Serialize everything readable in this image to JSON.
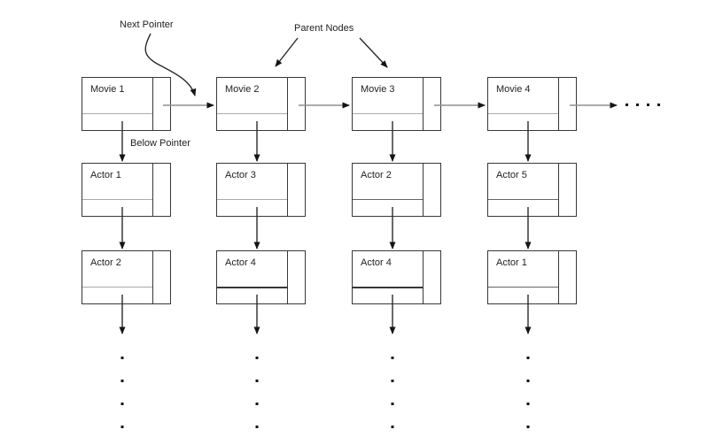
{
  "diagram": {
    "annotations": {
      "next_pointer": "Next Pointer",
      "parent_nodes": "Parent Nodes",
      "below_pointer": "Below Pointer"
    },
    "columns": [
      {
        "movie": "Movie 1",
        "actors": [
          "Actor 1",
          "Actor 2"
        ]
      },
      {
        "movie": "Movie 2",
        "actors": [
          "Actor 3",
          "Actor 4"
        ]
      },
      {
        "movie": "Movie 3",
        "actors": [
          "Actor 2",
          "Actor 4"
        ]
      },
      {
        "movie": "Movie 4",
        "actors": [
          "Actor 5",
          "Actor 1"
        ]
      }
    ],
    "ellipsis": {
      "after_movie_row_dots": 4,
      "below_each_column_dots": 4
    },
    "colors": {
      "background": "#ffffff",
      "node_border": "#383838",
      "divider_light": "#aaaaaa",
      "text": "#1f1f1f",
      "next_arrow_line": "#8f8f8f",
      "pointer_line": "#2a2a2a",
      "dot": "#151515"
    }
  }
}
